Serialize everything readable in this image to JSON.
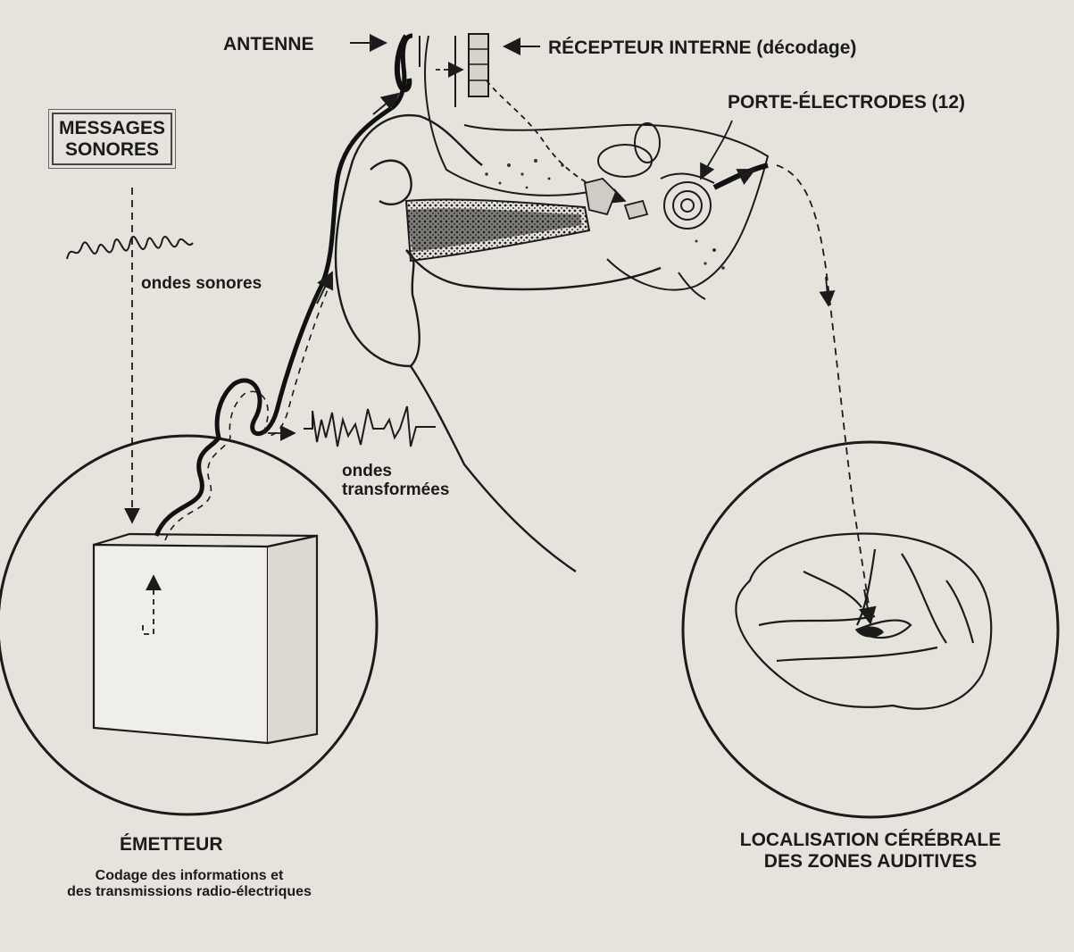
{
  "labels": {
    "antenne": "ANTENNE",
    "recepteur": "RÉCEPTEUR INTERNE (décodage)",
    "porte_electrodes": "PORTE-ÉLECTRODES (12)",
    "messages_line1": "MESSAGES",
    "messages_line2": "SONORES",
    "ondes_sonores": "ondes sonores",
    "ondes_transformees_line1": "ondes",
    "ondes_transformees_line2": "transformées",
    "emetteur_title": "ÉMETTEUR",
    "emetteur_desc_line1": "Codage des informations et",
    "emetteur_desc_line2": "des transmissions radio-électriques",
    "localisation_line1": "LOCALISATION CÉRÉBRALE",
    "localisation_line2": "DES ZONES AUDITIVES"
  },
  "colors": {
    "paper": "#e6e3dc",
    "ink": "#1b1b1b",
    "shade": "#2a2a2a"
  }
}
